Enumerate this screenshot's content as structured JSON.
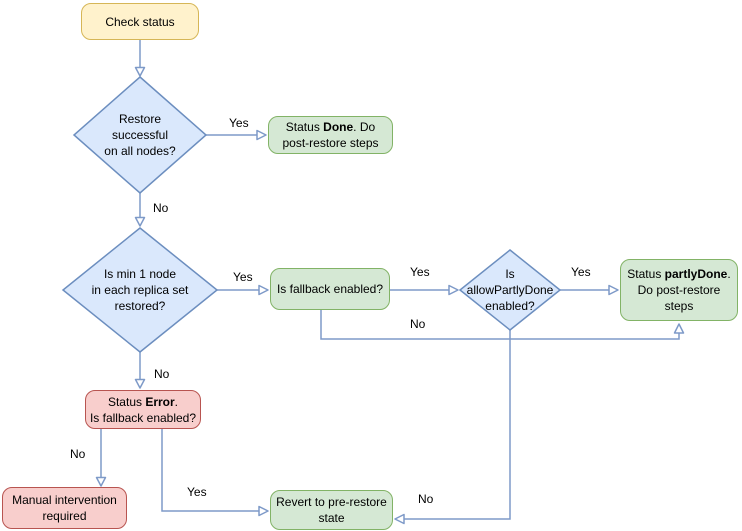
{
  "colors": {
    "yellow_fill": "#fff2cc",
    "yellow_stroke": "#d6b656",
    "blue_fill": "#dae8fc",
    "blue_stroke": "#6c8ebf",
    "green_fill": "#d5e8d4",
    "green_stroke": "#82b366",
    "red_fill": "#f8cecc",
    "red_stroke": "#b85450",
    "edge": "#7e9ac8"
  },
  "nodes": {
    "check_status": {
      "label": "Check status"
    },
    "restore_successful": {
      "label": "Restore\nsuccessful\non all nodes?"
    },
    "status_done": {
      "parts": [
        {
          "t": "Status "
        },
        {
          "t": "Done",
          "b": true
        },
        {
          "t": ". Do\npost-restore steps"
        }
      ]
    },
    "min_one_node": {
      "label": "Is min 1 node\nin each replica set\nrestored?"
    },
    "fallback_enabled": {
      "label": "Is fallback enabled?"
    },
    "allow_partly_done": {
      "label": "Is\nallowPartlyDone\nenabled?"
    },
    "status_partly_done": {
      "parts": [
        {
          "t": "Status "
        },
        {
          "t": "partlyDone",
          "b": true
        },
        {
          "t": ".\nDo post-restore\nsteps"
        }
      ]
    },
    "status_error": {
      "parts": [
        {
          "t": "Status "
        },
        {
          "t": "Error",
          "b": true
        },
        {
          "t": ".\nIs fallback enabled?"
        }
      ]
    },
    "manual_intervention": {
      "label": "Manual intervention\nrequired"
    },
    "revert_state": {
      "label": "Revert to pre-restore\nstate"
    }
  },
  "edge_labels": {
    "restore_successful_yes": "Yes",
    "restore_successful_no": "No",
    "min_one_node_yes": "Yes",
    "min_one_node_no": "No",
    "fallback_enabled_yes": "Yes",
    "fallback_enabled_no": "No",
    "allow_partly_done_yes": "Yes",
    "allow_partly_done_no": "No",
    "status_error_no": "No",
    "status_error_yes": "Yes"
  }
}
